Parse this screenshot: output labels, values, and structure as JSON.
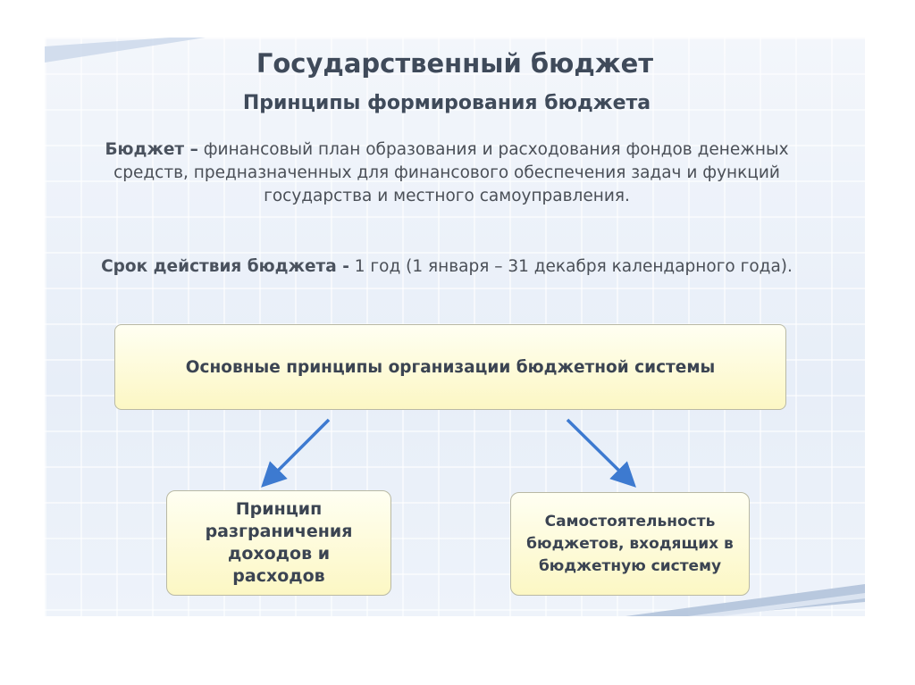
{
  "slide": {
    "title": "Государственный бюджет",
    "subtitle": "Принципы формирования бюджета",
    "definition": {
      "term": "Бюджет –",
      "text": "финансовый план образования и расходования фондов денежных средств, предназначенных для финансового обеспечения задач и функций государства и местного самоуправления."
    },
    "period": {
      "term": "Срок действия бюджета -",
      "text": "1 год (1 января – 31 декабря календарного года)."
    }
  },
  "diagram": {
    "main_box": "Основные принципы организации бюджетной системы",
    "left_box": "Принцип разграничения доходов и расходов",
    "right_box": "Самостоятельность бюджетов, входящих в бюджетную систему"
  },
  "colors": {
    "arrow": "#3d7ad0",
    "box_fill": "#fcf7c4",
    "text": "#3f4a5a"
  }
}
